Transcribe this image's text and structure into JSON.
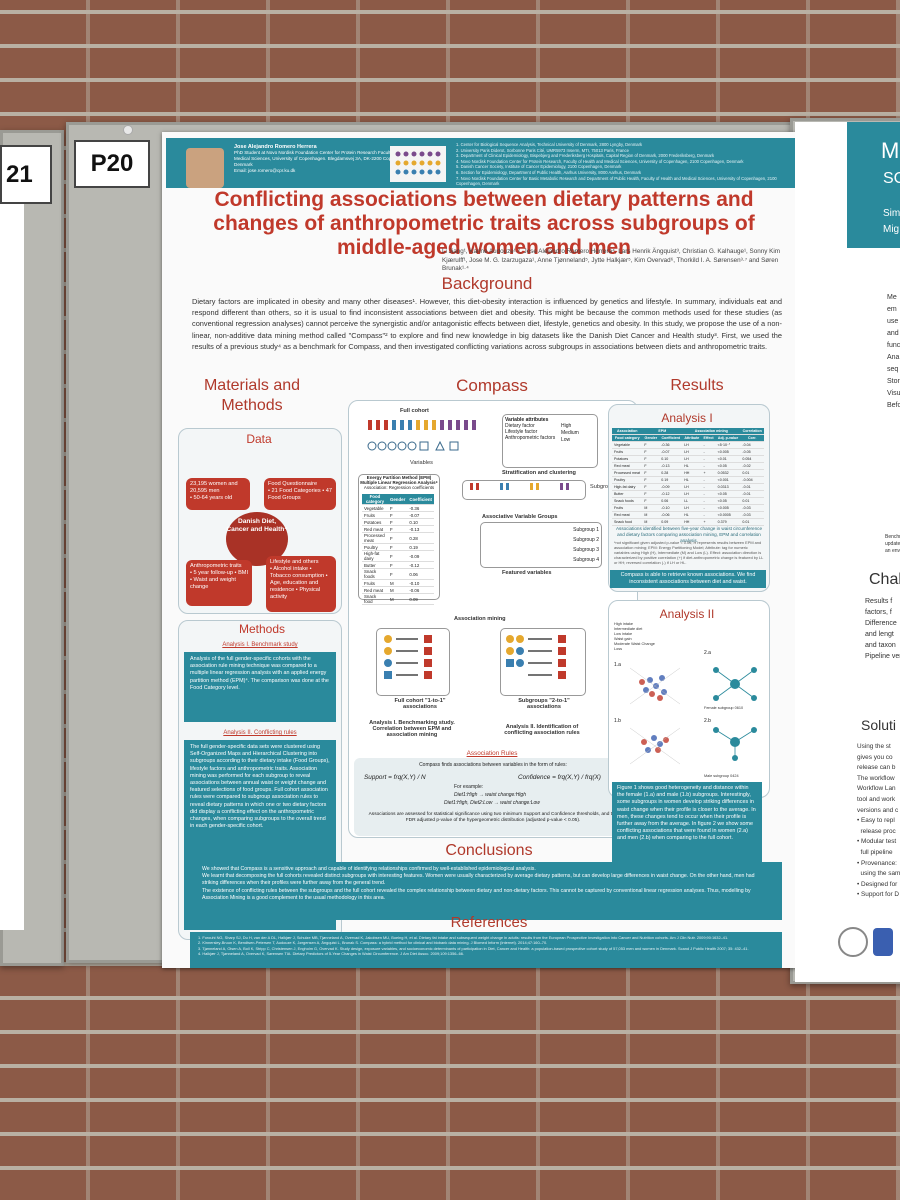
{
  "boards": {
    "main_label": "P20",
    "left_label": "21"
  },
  "poster": {
    "header": {
      "presenter_name": "Jose Alejandro Romero Herrera",
      "presenter_affil": "PhD Student at Novo Nordisk Foundation Center for Protein Research Faculty of Health and Medical Sciences, University of Copenhagen. Blegdamsvej 3A, DK-2200 Copenhagen, Denmark",
      "presenter_email": "Email: jose.romero@cpr.ku.dk",
      "affiliations": [
        "1. Center for Biological Sequence Analysis, Technical University of Denmark, 2800 Lyngby, Denmark",
        "2. University Paris Diderot, Sorbonne Paris Cité, UMR5973 Inserm, MTI, 75013 Paris, France",
        "3. Department of Clinical Epidemiology, Bispebjerg and Frederiksberg Hospitals, Capital Region of Denmark, 2000 Frederiksberg, Denmark",
        "4. Novo Nordisk Foundation Center for Protein Research, Faculty of Health and Medical Sciences, University of Copenhagen, 2100 Copenhagen, Denmark",
        "5. Danish Cancer Society, Institute of Cancer Epidemiology, 2100 Copenhagen, Denmark",
        "6. Section for Epidemiology, Department of Public Health, Aarhus University, 8000 Aarhus, Denmark",
        "7. Novo Nordisk Foundation Center for Basic Metabolic Research and Department of Public Health, Faculty of Health and Medical Sciences, University of Copenhagen, 2100 Copenhagen, Denmark"
      ]
    },
    "title": "Conflicting associations between dietary patterns and changes of anthropometric traits across subgroups of middle-aged women and men",
    "authors": "Li Jiang¹, Karine Audouze¹·², Jose Alejandro Romero Herrera⁴, Lars Henrik Ängquist³, Christian G. Kalhauge¹, Sonny Kim Kjærulff¹, Jose M. G. Izarzugaza¹, Anne Tjønneland⁵, Jytte Halkjær⁵, Kim Overvad⁶, Thorkild I. A. Sørensen³·⁷ and Søren Brunak¹·⁴",
    "background": {
      "title": "Background",
      "text": "Dietary factors are implicated in obesity and many other diseases¹. However, this diet-obesity interaction is influenced by genetics and lifestyle. In summary, individuals eat and respond different than others, so it is usual to find inconsistent associations between diet and obesity. This might be because the common methods used for these studies (as conventional regression analyses) cannot perceive the synergistic and/or antagonistic effects between diet, lifestyle, genetics and obesity. In this study, we propose the use of a non-linear, non-additive data mining method called \"Compass\"² to explore and find new knowledge in big datasets like the Danish Diet Cancer and Health study³. First, we used the results of a previous study⁴ as a benchmark for Compass, and then investigated conflicting variations across subgroups in associations between diets and anthropometric traits."
    },
    "columns": {
      "left_title": "Materials and Methods",
      "center_title": "Compass",
      "right_title": "Results"
    },
    "data_panel": {
      "title": "Data",
      "cohort": "23,195 women and 20,595 men",
      "cohort_detail": "• 50-64 years old",
      "food_q": "Food Questionnaire",
      "food_detail": "• 21 Food Categories • 47 Food Groups",
      "center": "Danish Diet, Cancer and Health⁴",
      "anthro": "Anthropometric traits",
      "anthro_detail": "• 5 year follow-up • BMI • Waist and weight change",
      "lifestyle": "Lifestyle and others",
      "lifestyle_detail": "• Alcohol intake • Tobacco consumption • Age, education and residence • Physical activity"
    },
    "methods": {
      "title": "Methods",
      "sub1": "Analysis I. Benchmark study",
      "text1": "Analysis of the full gender-specific cohorts with the association rule mining technique was compared to a multiple linear regression analysis with an applied energy partition method (EPM)⁴. The comparison was done at the Food Category level.",
      "sub2": "Analysis II. Conflicting rules",
      "text2": "The full gender-specific data sets were clustered using Self-Organized Maps and Hierarchical Clustering into subgroups according to their dietary intake (Food Groups), lifestyle factors and anthropometric traits. Association mining was performed for each subgroup to reveal associations between annual waist or weight change and featured selections of food groups. Full cohort association rules were compared to subgroup association rules to reveal dietary patterns in which one or two dietary factors did display a conflicting effect on the anthropometric changes, when comparing subgroups to the overall trend in each gender-specific cohort."
    },
    "compass": {
      "full_cohort": "Full cohort",
      "variables": "Variables",
      "var_attrs": "Variable attributes",
      "legend": [
        "Dietary factor",
        "Lifestyle factor",
        "Anthropometric factors",
        "High",
        "Medium",
        "Low"
      ],
      "epm_title": "Energy Partition Method (EPM) Multiple Linear Regression Analysis⁴",
      "epm_sub": "Association: Regression coefficients",
      "strat": "Stratification and clustering",
      "subgroups": "Subgroups",
      "subgroup_labels": [
        "Subgroup 1",
        "Subgroup 2",
        "Subgroup 3",
        "Subgroup 4"
      ],
      "avg": "Associative Variable Groups",
      "featured": "Featured variables",
      "assoc_mining": "Association mining",
      "full_assoc": "Full cohort \"1-to-1\" associations",
      "sub_assoc": "Subgroups \"2-to-1\" associations",
      "analysis1": "Analysis I. Benchmarking study. Correlation between EPM and association mining",
      "analysis2": "Analysis II. Identification of conflicting association rules",
      "rules_title": "Association Rules",
      "rules_text": "Compass finds associations between variables in the form of rules:",
      "support": "Support = frq(X,Y) / N",
      "confidence": "Confidence = frq(X,Y) / frq(X)",
      "example_label": "For example:",
      "example1": "Diet1:High → waist change:High",
      "example2": "Diet1:High, Diet2:Low → waist change:Low",
      "rules_footer": "Associations are assessed for statistical significance using two minimum Support and Confidence thresholds, and the FDR adjusted p-value of the hypergeometric distribution (adjusted p-value < 0.05)."
    },
    "epm_table": {
      "headers": [
        "Food category",
        "Gender",
        "Coefficient"
      ],
      "rows": [
        [
          "Vegetable",
          "F",
          "-0.36"
        ],
        [
          "Fruits",
          "F",
          "-0.07"
        ],
        [
          "Potatoes",
          "F",
          "0.10"
        ],
        [
          "Red meat",
          "F",
          "-0.13"
        ],
        [
          "Processed meat",
          "F",
          "0.28"
        ],
        [
          "Poultry",
          "F",
          "0.19"
        ],
        [
          "High-fat dairy",
          "F",
          "-0.09"
        ],
        [
          "Butter",
          "F",
          "-0.12"
        ],
        [
          "Snack foods",
          "F",
          "0.06"
        ],
        [
          "Fruits",
          "M",
          "-0.10"
        ],
        [
          "Red meat",
          "M",
          "-0.06"
        ],
        [
          "Snack food",
          "M",
          "0.09"
        ]
      ]
    },
    "results": {
      "analysis1_title": "Analysis I",
      "table_headers": [
        "Food category",
        "Gender",
        "Coefficient",
        "Attribute",
        "Effect",
        "Adj. p-value",
        "Corr."
      ],
      "table_group_headers": [
        "Association",
        "EPM",
        "Association mining",
        "Correlation"
      ],
      "table_rows": [
        [
          "Vegetable",
          "F",
          "-0.36",
          "LH",
          "-",
          "<5·10⁻⁷",
          "-0.04"
        ],
        [
          "Fruits",
          "F",
          "-0.07",
          "LH",
          "-",
          "<0.005",
          "-0.05"
        ],
        [
          "Potatoes",
          "F",
          "0.10",
          "LH",
          "-",
          "<0.01",
          "0.054"
        ],
        [
          "Red meat",
          "F",
          "-0.13",
          "HL",
          "-",
          "<0.05",
          "-0.02"
        ],
        [
          "Processed meat",
          "F",
          "0.28",
          "HH",
          "+",
          "0.0532",
          "0.01"
        ],
        [
          "Poultry",
          "F",
          "0.19",
          "HL",
          "-",
          "<0.001",
          "-0.004"
        ],
        [
          "High-fat dairy",
          "F",
          "-0.09",
          "LH",
          "-",
          "0.0313",
          "-0.01"
        ],
        [
          "Butter",
          "F",
          "-0.12",
          "LH",
          "-",
          "<0.05",
          "-0.01"
        ],
        [
          "Snack foods",
          "F",
          "0.06",
          "LL",
          "-",
          "<0.05",
          "0.01"
        ],
        [
          "Fruits",
          "M",
          "-0.10",
          "LH",
          "-",
          "<0.005",
          "-0.03"
        ],
        [
          "Red meat",
          "M",
          "-0.06",
          "HL",
          "-",
          "<0.0005",
          "-0.03"
        ],
        [
          "Snack food",
          "M",
          "0.09",
          "HH",
          "+",
          "0.379",
          "0.01"
        ]
      ],
      "table_caption": "Associations identified between five-year change in waist circumference and dietary factors comparing association mining, EPM and correlation analysis.",
      "table_note": "*not significant given adjusted p-value < 0.05; H represents results between EPM and association mining; EPM: Energy Partitioning Model; Attribute: tag for numeric variables using High (H), Intermediate (M) and Low (L). Effect: association direction is characterized by positive correlation (+) if diet-anthropometric change is featured by LL or HH; reversed correlation (-) if LH or HL.",
      "analysis1_summary": "Compass is able to retrieve known associations. We find inconsistent associations between diet and waist.",
      "analysis2_title": "Analysis II",
      "fig_legend": [
        "High intake",
        "Intermediate diet",
        "Low intake",
        "Waist gain",
        "Moderate Waist Change",
        "Loss"
      ],
      "fig_labels": [
        "1.a",
        "1.b",
        "2.a",
        "2.b"
      ],
      "fig_sublabels": [
        "Female subgroup 0610",
        "Male subgroup 0424"
      ],
      "analysis2_text": "Figure 1 shows good heterogeneity and distance within the female (1.a) and male (1.b) subgroups. Interestingly, some subgroups in women develop striking differences in waist change when their profile is closer to the average. In men, these changes tend to occur when their profile is further away from the average. In figure 2 we show some conflicting associations that were found in women (2.a) and men (2.b) when comparing to the full cohort."
    },
    "conclusions": {
      "title": "Conclusions",
      "items": [
        "We showed that Compass is a sensitive approach and capable of identifying relationships confirmed by well-established epidemiological analysis.",
        "We learnt that decomposing the full cohorts revealed distinct subgroups with interesting features. Women were usually characterized by average dietary patterns, but can develop large differences in waist change. On the other hand, men had striking differences when their profiles were further away from the general trend.",
        "The existence of conflicting rules between the subgroups and the full cohort revealed the complex relationship between dietary and non-dietary factors. This cannot be captured by conventional linear regression analyses. Thus, modelling by Association Mining is a good complement to the usual methodology in this area."
      ]
    },
    "references": {
      "title": "References",
      "items": [
        "1. Forouhi NG, Sharp SJ, Du H, van der A DL, Halkjær J, Schulze MB, Tjønneland A, Overvad K, Jakobsen MU, Boeing H, et al. Dietary fat intake and subsequent weight change in adults: results from the European Prospective Investigation into Cancer and Nutrition cohorts. Am J Clin Nutr. 2009;90:1632–41.",
        "2. Kinnersley-Bruun K, Bendtsen-Petersen T, Audouze K, Jørgensen A, Ängquist L, Brunak S. Compass: a hybrid method for clinical and biobank data mining. J Biomed Inform (Internet). 2014;47:160–70.",
        "3. Tjønneland A, Olsen A, Boll K, Stripp C, Christensen J, Engholm G, Overvad K. Study design, exposure variables, and socioeconomic determinants of participation in Diet, Cancer and Health: a population-based prospective cohort study of 57,053 men and women in Denmark. Scand J Public Health 2007; 35: 432–41.",
        "4. Halkjær J, Tjønneland A, Overvad K, Sørensen TIA. Dietary Predictors of 5-Year Changes in Waist Circumference. J Am Diet Assoc. 2009;109:1356–66."
      ]
    }
  },
  "right_poster": {
    "lines": [
      "M",
      "SC",
      "Sim",
      "Mig"
    ],
    "body": [
      "Me",
      "em",
      "use",
      "and",
      "func",
      "Ana",
      "seq",
      "Stor",
      "Visu",
      "Befo"
    ],
    "challenges": "Chal",
    "chal_body": [
      "Results f",
      "factors, f",
      "Difference",
      "and lengt",
      "and taxon",
      "Pipeline versi"
    ],
    "solution": "Soluti",
    "sol_body": [
      "Using the st",
      "gives you co",
      "release can b",
      "The workflow",
      "Workflow Lan",
      "tool and work",
      "versions and c",
      "• Easy to repl",
      "  release proc",
      "• Modular test",
      "  full pipeline",
      "• Provenance:",
      "  using the sam",
      "• Designed for",
      "• Support for D"
    ],
    "benchmark": [
      "Benchmark",
      "updated ta",
      "an environ"
    ]
  },
  "colors": {
    "teal": "#2a8a9c",
    "red": "#c0392b",
    "brick": "#8c5a47",
    "board": "#b8b8b2"
  }
}
